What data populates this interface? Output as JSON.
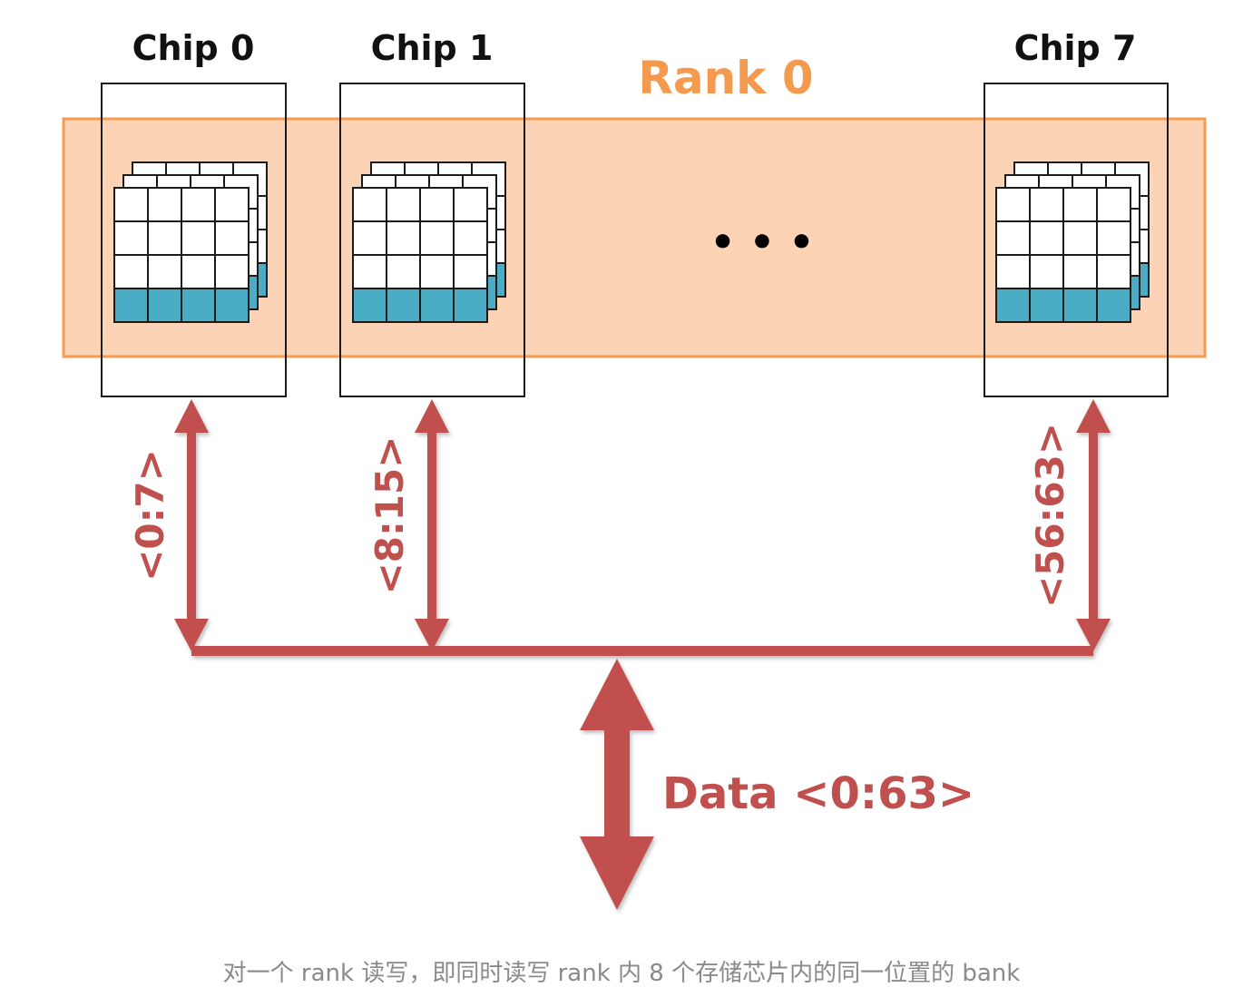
{
  "colors": {
    "rank_fill": "#fcd3b5",
    "rank_stroke": "#f59a4e",
    "rank_text": "#f39a4f",
    "bus": "#c0504d",
    "cell_highlight": "#4bacc6",
    "cell_white": "#ffffff",
    "outline": "#1a1a1a"
  },
  "rank": {
    "label": "Rank 0"
  },
  "ellipsis": "• • •",
  "chips": [
    {
      "label": "Chip 0",
      "lane": "<0:7>"
    },
    {
      "label": "Chip 1",
      "lane": "<8:15>"
    },
    {
      "label": "Chip 7",
      "lane": "<56:63>"
    }
  ],
  "data_bus": {
    "label": "Data <0:63>"
  },
  "caption": "对一个 rank 读写，即同时读写 rank 内 8 个存储芯片内的同一位置的 bank"
}
